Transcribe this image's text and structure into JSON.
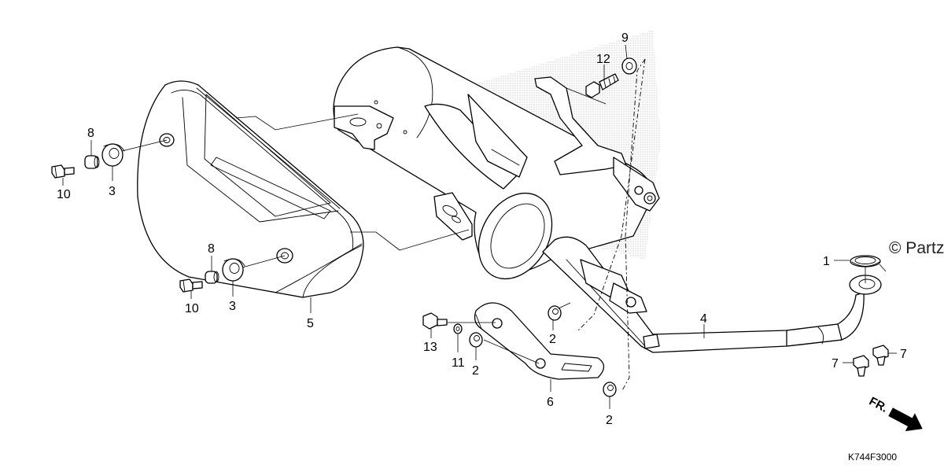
{
  "callouts": {
    "c1": "1",
    "c2a": "2",
    "c2b": "2",
    "c2c": "2",
    "c3a": "3",
    "c3b": "3",
    "c4": "4",
    "c5": "5",
    "c6": "6",
    "c7a": "7",
    "c7b": "7",
    "c8a": "8",
    "c8b": "8",
    "c9": "9",
    "c10a": "10",
    "c10b": "10",
    "c11": "11",
    "c12": "12",
    "c13": "13"
  },
  "watermark": "© Partzilla",
  "diagram_code": "K744F3000",
  "direction_label": "FR."
}
